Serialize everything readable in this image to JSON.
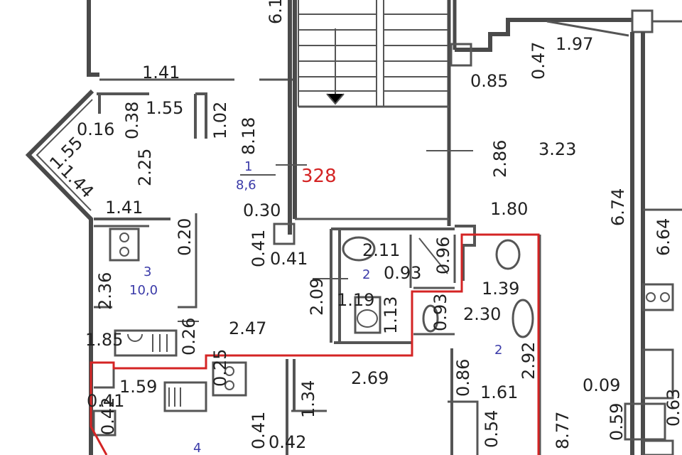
{
  "plan": {
    "marker_code": "328",
    "room_labels": [
      {
        "number": "1",
        "area": "8,6"
      },
      {
        "number": "3",
        "area": "10,0"
      },
      {
        "number": "2",
        "area": ""
      },
      {
        "number": "2",
        "area": ""
      },
      {
        "number": "4",
        "area": ""
      }
    ],
    "dimensions": [
      "1.41",
      "1.55",
      "0.38",
      "1.02",
      "8.18",
      "1.55",
      "0.16",
      "2.25",
      "1.44",
      "1.41",
      "0.20",
      "0.30",
      "0.41",
      "0.41",
      "2.36",
      "1.85",
      "0.26",
      "2.47",
      "2.09",
      "2.11",
      "0.93",
      "0.96",
      "1.19",
      "1.13",
      "0.93",
      "2.30",
      "1.39",
      "2.92",
      "0.85",
      "0.47",
      "1.97",
      "2.86",
      "3.23",
      "1.80",
      "6.74",
      "6.64",
      "2.69",
      "1.34",
      "0.86",
      "1.61",
      "0.09",
      "0.59",
      "0.63",
      "0.54",
      "8.77",
      "1.59",
      "0.41",
      "0.42",
      "0.41",
      "0.42",
      "0.25",
      "6.1"
    ]
  }
}
